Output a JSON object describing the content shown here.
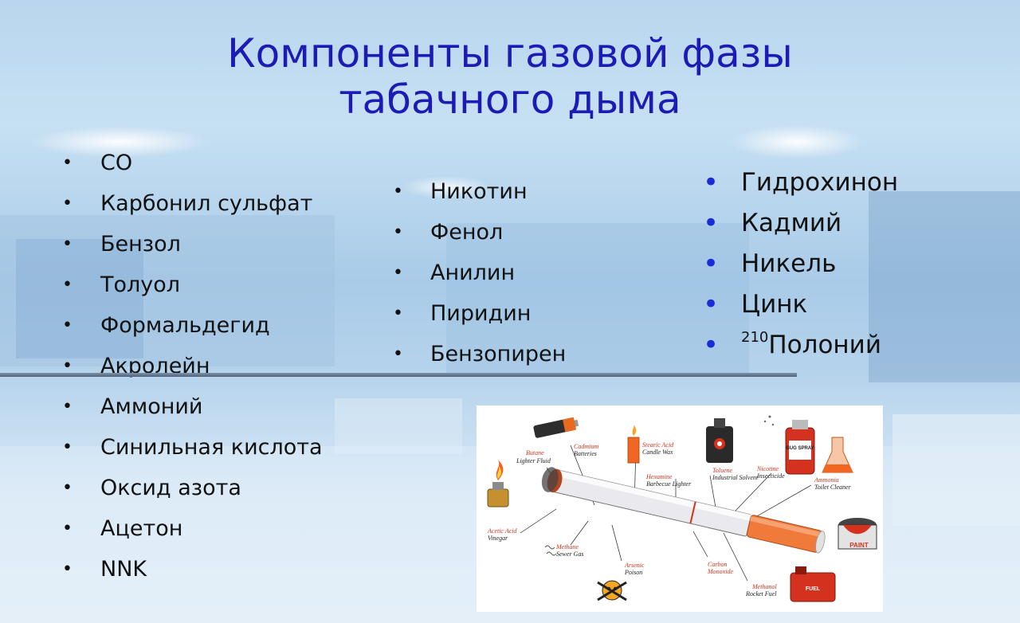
{
  "title": {
    "line1": "Компоненты газовой фазы",
    "line2": "табачного дыма"
  },
  "list_left": [
    "CO",
    "Карбонил сульфат",
    "Бензол",
    "Толуол",
    "Формальдегид",
    "Акролейн",
    "Аммоний",
    "Синильная кислота",
    "Оксид азота",
    "Ацетон",
    "NNK"
  ],
  "list_middle": [
    "Никотин",
    "Фенол",
    "Анилин",
    "Пиридин",
    "Бензопирен"
  ],
  "list_right": [
    "Гидрохинон",
    "Кадмий",
    "Никель",
    "Цинк"
  ],
  "list_right_last": {
    "superscript": "210",
    "text": "Полоний"
  },
  "bullet": "•",
  "colors": {
    "title": "#1c1cb4",
    "right_bullets": "#1a2bd8",
    "label_red": "#d4321e"
  },
  "figure": {
    "labels": [
      {
        "name": "Butane",
        "sub": "Lighter Fluid"
      },
      {
        "name": "Cadmium",
        "sub": "Batteries"
      },
      {
        "name": "Stearic Acid",
        "sub": "Candle Wax"
      },
      {
        "name": "Hexamine",
        "sub": "Barbecue Lighter"
      },
      {
        "name": "Toluene",
        "sub": "Industrial Solvent"
      },
      {
        "name": "Nicotine",
        "sub": "Insecticide"
      },
      {
        "name": "Ammonia",
        "sub": "Toilet Cleaner"
      },
      {
        "name": "Acetic Acid",
        "sub": "Vinegar"
      },
      {
        "name": "Methane",
        "sub": "Sewer Gas"
      },
      {
        "name": "Arsenic",
        "sub": "Poison"
      },
      {
        "name": "Carbon",
        "sub": "Monoxide"
      },
      {
        "name": "Methanol",
        "sub": "Rocket Fuel"
      }
    ],
    "can_text": "BUG SPRAY",
    "paint_text": "PAINT",
    "fuel_text": "FUEL"
  }
}
